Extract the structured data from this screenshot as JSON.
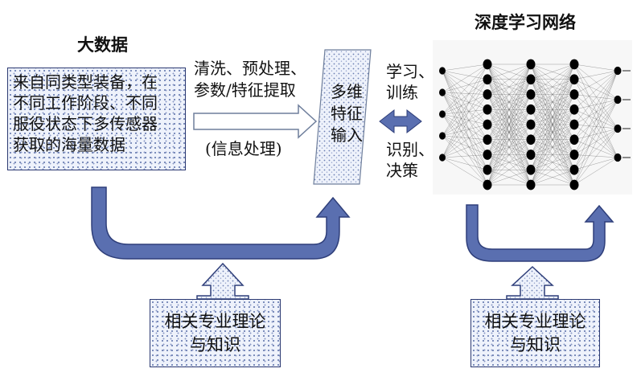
{
  "left_title": "大数据",
  "right_title": "深度学习网络",
  "data_source_lines": [
    "来自同类型装备，在",
    "不同工作阶段、不同",
    "服役状态下多传感器",
    "获取的海量数据"
  ],
  "process_lines": [
    "清洗、预处理、",
    "参数/特征提取"
  ],
  "process_note": "(信息处理)",
  "feature_input_lines": [
    "多维",
    "特征",
    "输入"
  ],
  "train_lines": [
    "学习、",
    "训练"
  ],
  "decide_lines": [
    "识别、",
    "决策"
  ],
  "knowledge_left_lines": [
    "相关专业理论",
    "与知识"
  ],
  "knowledge_right_lines": [
    "相关专业理论",
    "与知识"
  ],
  "colors": {
    "arrow_fill": "#5a6fb0",
    "arrow_stroke": "#2f3f7a",
    "box_border": "#2c3a72",
    "node": "#000000"
  },
  "network": {
    "layers": [
      5,
      9,
      9,
      9,
      4
    ],
    "output_arrows": 4
  }
}
